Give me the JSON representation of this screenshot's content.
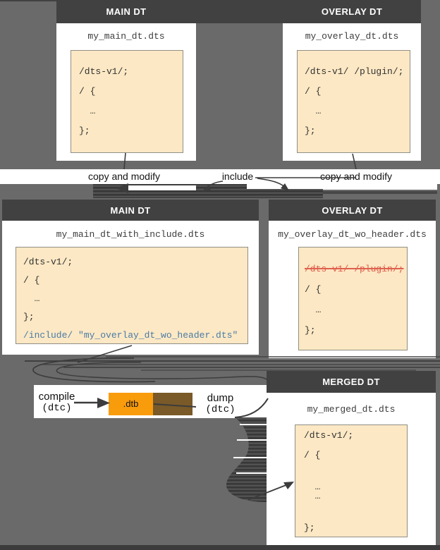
{
  "panels": {
    "main_top": {
      "header": "MAIN DT",
      "file": "my_main_dt.dts",
      "code": [
        "/dts-v1/;",
        "/ {",
        "  …",
        "};"
      ]
    },
    "overlay_top": {
      "header": "OVERLAY DT",
      "file": "my_overlay_dt.dts",
      "code": [
        "/dts-v1/ /plugin/;",
        "/ {",
        "  …",
        "};"
      ]
    },
    "main_mid": {
      "header": "MAIN DT",
      "file": "my_main_dt_with_include.dts",
      "code": [
        "/dts-v1/;",
        "/ {",
        "  …",
        "};"
      ],
      "include_line": "/include/ \"my_overlay_dt_wo_header.dts\""
    },
    "overlay_mid": {
      "header": "OVERLAY DT",
      "file": "my_overlay_dt_wo_header.dts",
      "removed_line": "/dts-v1/ /plugin/;",
      "code": [
        "/ {",
        "  …",
        "};"
      ]
    },
    "merged": {
      "header": "MERGED DT",
      "file": "my_merged_dt.dts",
      "code": [
        "/dts-v1/;",
        "/ {",
        "  …",
        "  …",
        "};"
      ]
    }
  },
  "labels": {
    "copy_and_modify_left": "copy and modify",
    "include": "include",
    "copy_and_modify_right": "copy and modify",
    "compile": "compile",
    "compile_tool": "(dtc)",
    "dump": "dump",
    "dump_tool": "(dtc)",
    "dtb": ".dtb"
  },
  "colors": {
    "background": "#6a6a6a",
    "panel_header": "#414141",
    "panel_body": "#ffffff",
    "code_box": "#fce8c4",
    "code_box_border": "#8f8f85",
    "include_blue": "#4a7ba6",
    "removed_red": "#df5f4d",
    "dtb_orange": "#f99c0c",
    "dump_brown": "#7a5a28",
    "arrow": "#3c3c3c"
  }
}
